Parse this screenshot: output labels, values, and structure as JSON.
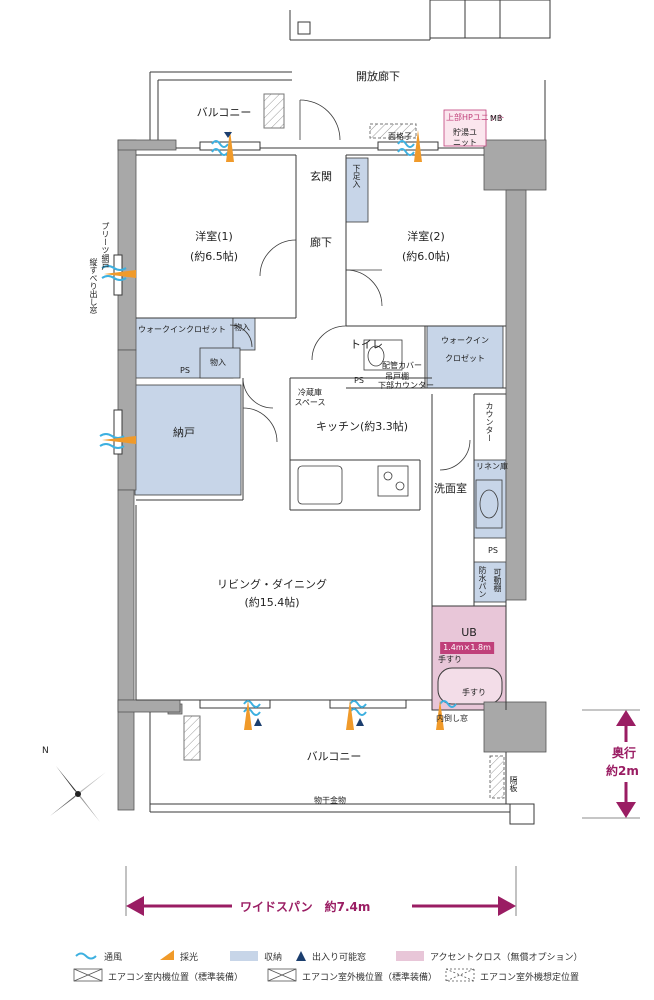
{
  "rooms": {
    "open_corridor": "開放廊下",
    "balcony_top": "バルコニー",
    "balcony_bottom": "バルコニー",
    "entrance": "玄関",
    "shoe_box": "下足入",
    "hallway": "廊下",
    "room1": "洋室(1)",
    "room1_size": "(約6.5帖)",
    "room2": "洋室(2)",
    "room2_size": "(約6.0帖)",
    "walkin_closet1": "ウォークインクロゼット",
    "storage1": "物入",
    "storage2": "物入",
    "ps1": "PS",
    "toilet": "トイレ",
    "pipe_cover": "配管カバー",
    "ps2": "PS",
    "hanging_shelf": "吊戸棚",
    "lower_counter": "下部カウンター",
    "walkin_closet2a": "ウォークイン",
    "walkin_closet2b": "クロゼット",
    "fridge1": "冷蔵庫",
    "fridge2": "スペース",
    "kitchen": "キッチン(約3.3帖)",
    "nando": "納戸",
    "counter": "カウンター",
    "linen": "リネン庫",
    "washroom": "洗面室",
    "ps3": "PS",
    "waterproof_pan": "防水パン",
    "movable_shelf": "可動棚",
    "living": "リビング・ダイニング",
    "living_size": "(約15.4帖)",
    "ub": "UB",
    "ub_size": "1.4m×1.8m",
    "handrail1": "手すり",
    "handrail2": "手すり",
    "hp_unit": "上部HPユニット",
    "mb": "MB",
    "storage_unit": "貯湯ユニット",
    "grille": "面格子",
    "pleat_screen": "プリーツ網戸",
    "slide_out": "縦すべり出し窓",
    "divider": "隔板",
    "laundry": "物干金物",
    "inner_rail": "内倒し窓"
  },
  "dimensions": {
    "depth_line1": "奥行",
    "depth_line2": "約2m",
    "wide_span": "ワイドスパン　約7.4m"
  },
  "compass": "N",
  "legend": [
    {
      "label": "通風",
      "icon": "ventilation-wave-icon"
    },
    {
      "label": "採光",
      "icon": "daylight-wedge-icon"
    },
    {
      "label": "収納",
      "icon": "storage-swatch-icon"
    },
    {
      "label": "出入り可能窓",
      "icon": "door-window-triangle-icon"
    },
    {
      "label": "アクセントクロス（無償オプション）",
      "icon": "accent-cloth-swatch-icon"
    },
    {
      "label": "エアコン室内機位置（標準装備）",
      "icon": "ac-indoor-icon"
    },
    {
      "label": "エアコン室外機位置（標準装備）",
      "icon": "ac-outdoor-icon"
    },
    {
      "label": "エアコン室外機想定位置",
      "icon": "ac-outdoor-dashed-icon"
    }
  ],
  "colors": {
    "wall": "#a8a8a8",
    "line": "#3a3a3a",
    "storage": "#c7d5e8",
    "accent": "#e8c6d8",
    "ventilation": "#3db0e0",
    "daylight": "#f09a2a",
    "triangle": "#1b3e6e",
    "dimension": "#9a1d63",
    "pink_text": "#c0407a"
  }
}
